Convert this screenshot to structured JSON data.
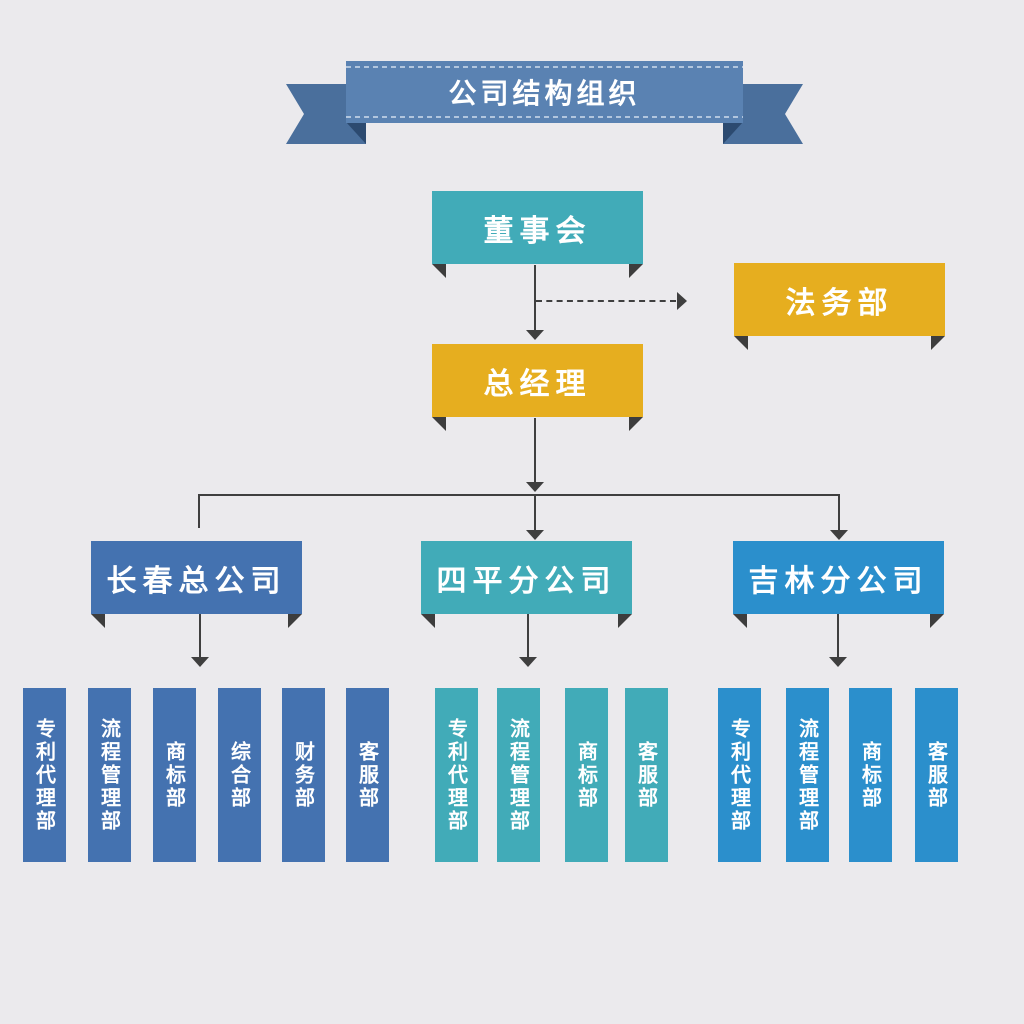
{
  "title": "公司结构组织",
  "colors": {
    "teal": "#41abb8",
    "gold": "#e6ae1f",
    "blue": "#4472b0",
    "sky": "#2b8fcc",
    "banner": "#4a6f9c",
    "background": "#ebeaed"
  },
  "board": "董事会",
  "legal": "法务部",
  "gm": "总经理",
  "branches": [
    {
      "name": "长春总公司",
      "depts": [
        "专利代理部",
        "流程管理部",
        "商标部",
        "综合部",
        "财务部",
        "客服部"
      ]
    },
    {
      "name": "四平分公司",
      "depts": [
        "专利代理部",
        "流程管理部",
        "商标部",
        "客服部"
      ]
    },
    {
      "name": "吉林分公司",
      "depts": [
        "专利代理部",
        "流程管理部",
        "商标部",
        "客服部"
      ]
    }
  ]
}
